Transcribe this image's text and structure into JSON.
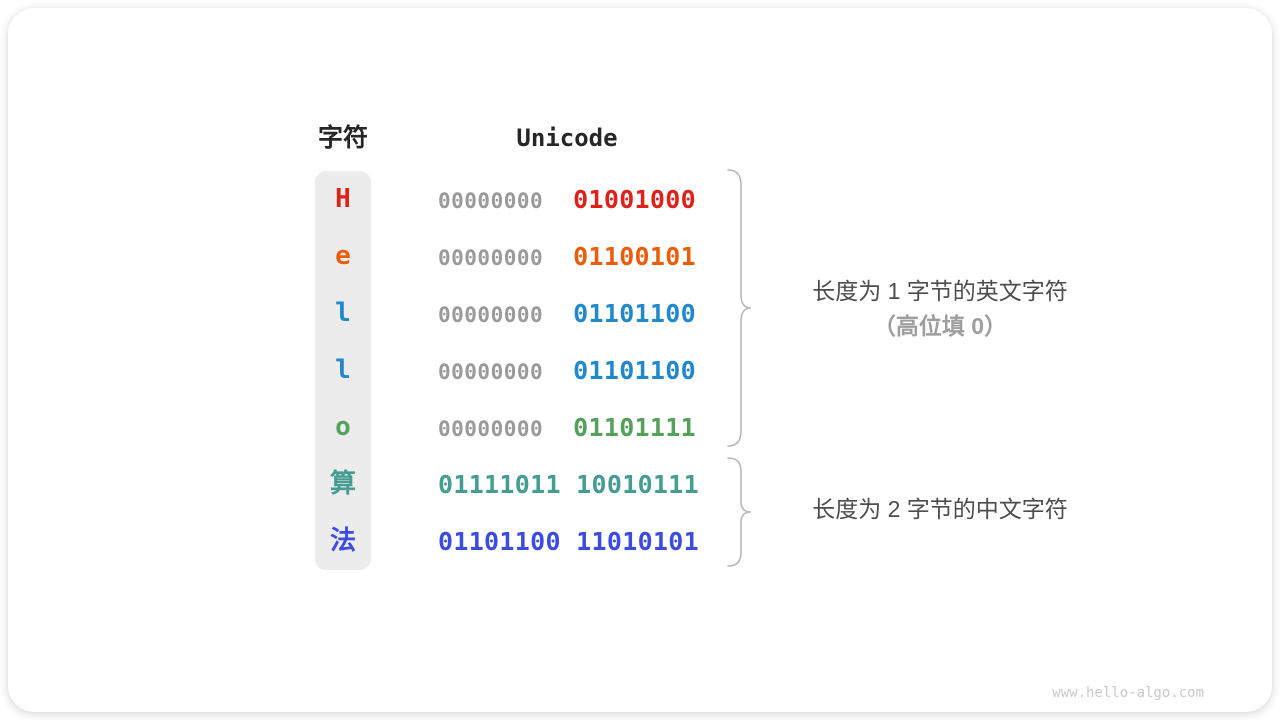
{
  "header": {
    "char_col": "字符",
    "unicode_col": "Unicode"
  },
  "rows": [
    {
      "char": "H",
      "high_byte": "00000000",
      "low_bytes": "01001000",
      "color": "#e0211a"
    },
    {
      "char": "e",
      "high_byte": "00000000",
      "low_bytes": "01100101",
      "color": "#e95d0b"
    },
    {
      "char": "l",
      "high_byte": "00000000",
      "low_bytes": "01101100",
      "color": "#2088cb"
    },
    {
      "char": "l",
      "high_byte": "00000000",
      "low_bytes": "01101100",
      "color": "#2088cb"
    },
    {
      "char": "o",
      "high_byte": "00000000",
      "low_bytes": "01101111",
      "color": "#55a05a"
    },
    {
      "char": "算",
      "high_byte": "",
      "low_bytes": "01111011 10010111",
      "color": "#459d92"
    },
    {
      "char": "法",
      "high_byte": "",
      "low_bytes": "01101100 11010101",
      "color": "#3c4be0"
    }
  ],
  "annotations": {
    "english": {
      "line1": "长度为 1 字节的英文字符",
      "line2": "（高位填 0）"
    },
    "chinese": {
      "line1": "长度为 2 字节的中文字符"
    }
  },
  "colors": {
    "gray_digits": "#9a9a9a",
    "column_background": "#ececec",
    "brace": "#b8b8b8",
    "annotation_dark": "#4d4d4d",
    "annotation_light": "#9e9e9e"
  },
  "watermark": "www.hello-algo.com"
}
